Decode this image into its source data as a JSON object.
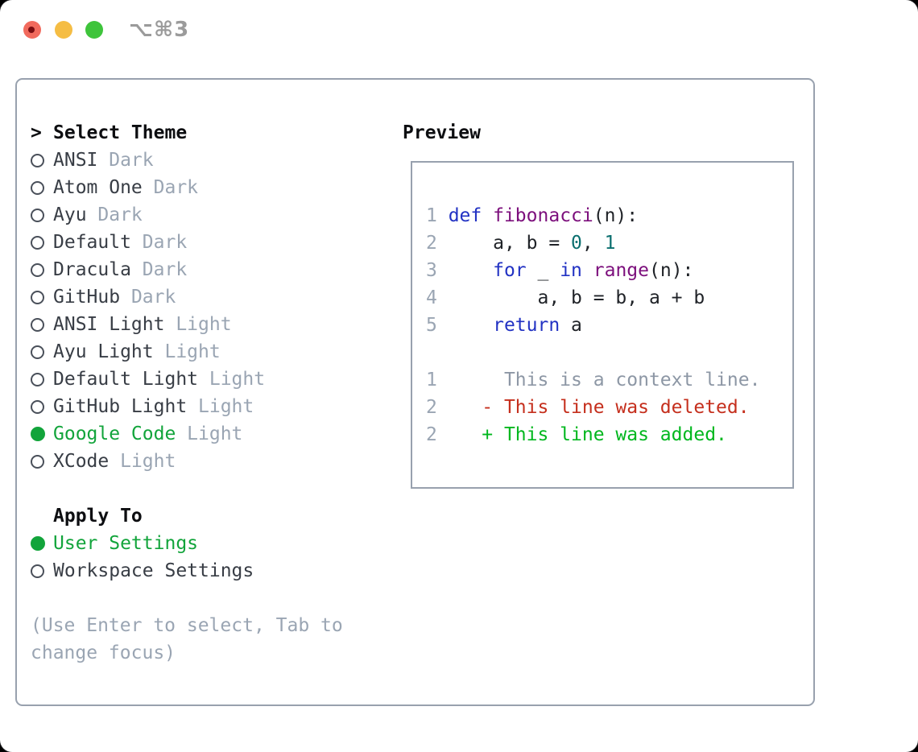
{
  "window": {
    "title": "⌥⌘3",
    "controls": [
      {
        "name": "close"
      },
      {
        "name": "minimize"
      },
      {
        "name": "zoom"
      }
    ]
  },
  "colors": {
    "tl-red": "#f16a5d",
    "tl-red-dot": "#7a0d11",
    "tl-yellow": "#f5bd44",
    "tl-green": "#3ec43b",
    "panel-border": "#98a1ae",
    "text-dark": "#383d45",
    "text-black": "#0d0e11",
    "muted": "#9aa5b3",
    "accent-green": "#12a43b",
    "kw": "#2232c3",
    "fn": "#7c0f7c",
    "lit": "#0b6f6f",
    "pl": "#1f2227",
    "lnum": "#9aa5b3",
    "ctx": "#8d97a5",
    "del": "#c52f1d",
    "add": "#00b71e"
  },
  "theme_panel": {
    "header_prefix": ">",
    "header_label": "Select Theme",
    "themes": [
      {
        "name": "ANSI",
        "variant": "Dark",
        "selected": false
      },
      {
        "name": "Atom One",
        "variant": "Dark",
        "selected": false
      },
      {
        "name": "Ayu",
        "variant": "Dark",
        "selected": false
      },
      {
        "name": "Default",
        "variant": "Dark",
        "selected": false
      },
      {
        "name": "Dracula",
        "variant": "Dark",
        "selected": false
      },
      {
        "name": "GitHub",
        "variant": "Dark",
        "selected": false
      },
      {
        "name": "ANSI Light",
        "variant": "Light",
        "selected": false
      },
      {
        "name": "Ayu Light",
        "variant": "Light",
        "selected": false
      },
      {
        "name": "Default Light",
        "variant": "Light",
        "selected": false
      },
      {
        "name": "GitHub Light",
        "variant": "Light",
        "selected": false
      },
      {
        "name": "Google Code",
        "variant": "Light",
        "selected": true
      },
      {
        "name": "XCode",
        "variant": "Light",
        "selected": false
      }
    ],
    "apply_header": "Apply To",
    "apply_options": [
      {
        "label": "User Settings",
        "selected": true
      },
      {
        "label": "Workspace Settings",
        "selected": false
      }
    ],
    "help_lines": [
      "(Use Enter to select, Tab to",
      "change focus)"
    ]
  },
  "preview": {
    "title": "Preview",
    "code_lines": [
      {
        "num": "1",
        "tokens": [
          {
            "t": "def",
            "c": "kw"
          },
          {
            "t": " ",
            "c": "pl"
          },
          {
            "t": "fibonacci",
            "c": "fn"
          },
          {
            "t": "(n):",
            "c": "pl"
          }
        ]
      },
      {
        "num": "2",
        "tokens": [
          {
            "t": "    a, b = ",
            "c": "pl"
          },
          {
            "t": "0",
            "c": "lit"
          },
          {
            "t": ", ",
            "c": "pl"
          },
          {
            "t": "1",
            "c": "lit"
          }
        ]
      },
      {
        "num": "3",
        "tokens": [
          {
            "t": "    ",
            "c": "pl"
          },
          {
            "t": "for",
            "c": "kw"
          },
          {
            "t": " _ ",
            "c": "pl"
          },
          {
            "t": "in",
            "c": "kw"
          },
          {
            "t": " ",
            "c": "pl"
          },
          {
            "t": "range",
            "c": "fn"
          },
          {
            "t": "(n):",
            "c": "pl"
          }
        ]
      },
      {
        "num": "4",
        "tokens": [
          {
            "t": "        a, b = b, a + b",
            "c": "pl"
          }
        ]
      },
      {
        "num": "5",
        "tokens": [
          {
            "t": "    ",
            "c": "pl"
          },
          {
            "t": "return",
            "c": "kw"
          },
          {
            "t": " a",
            "c": "pl"
          }
        ]
      }
    ],
    "diff_lines": [
      {
        "num": "1",
        "kind": "ctx",
        "text": "     This is a context line."
      },
      {
        "num": "2",
        "kind": "del",
        "text": "   - This line was deleted."
      },
      {
        "num": "2",
        "kind": "add",
        "text": "   + This line was added."
      }
    ]
  }
}
